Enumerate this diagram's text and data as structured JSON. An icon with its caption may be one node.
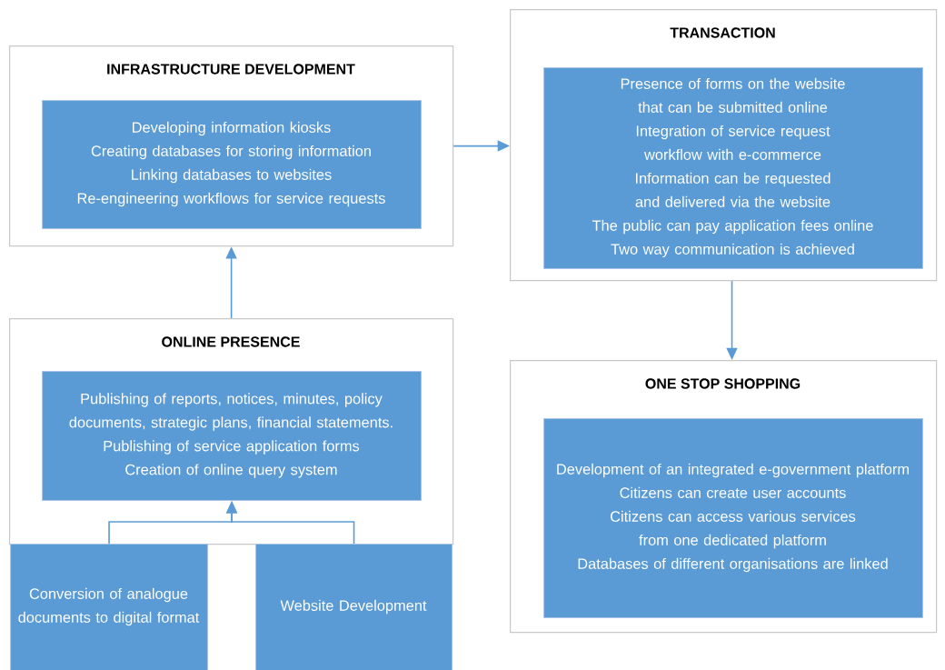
{
  "diagram": {
    "nodes": [
      {
        "text": [
          "INFRASTRUCTURE DEVELOPMENT"
        ]
      },
      {
        "text": [
          "Developing information kiosks",
          "Creating databases for storing information",
          "Linking databases to websites",
          "Re-engineering workflows for service requests"
        ],
        "in": 0
      },
      {
        "text": [
          "TRANSACTION"
        ]
      },
      {
        "text": [
          "Presence of forms on the website that can be submitted online",
          "Integration of service request workflow with e-commerce",
          "Information can be requested and delivered via the website",
          "The public can pay application fees online",
          "Two way communication is achieved"
        ],
        "in": 2
      },
      {
        "text": [
          "ONLINE PRESENCE"
        ]
      },
      {
        "text": [
          "Publishing of reports, notices, minutes, policy documents, strategic plans, financial statements.",
          "Publishing of service application forms",
          "Creation of online query system"
        ],
        "in": 4
      },
      {
        "text": [
          "Conversion of analogue documents to digital format"
        ]
      },
      {
        "text": [
          "Website Development"
        ]
      },
      {
        "text": [
          "ONE STOP SHOPPING"
        ]
      },
      {
        "text": [
          "Development of an integrated e-government platform",
          "Citizens can create user accounts",
          "Citizens can access various services from one dedicated platform",
          "Databases of different organisations are linked"
        ],
        "in": 8
      }
    ],
    "edges": [
      {
        "from": 4,
        "to": 0,
        "arrow": "to"
      },
      {
        "from": 0,
        "to": 2,
        "arrow": "to"
      },
      {
        "from": 2,
        "to": 8,
        "arrow": "to"
      },
      {
        "from": 6,
        "to": 5,
        "arrow": "to"
      },
      {
        "from": 7,
        "to": 5,
        "arrow": "to"
      }
    ]
  }
}
